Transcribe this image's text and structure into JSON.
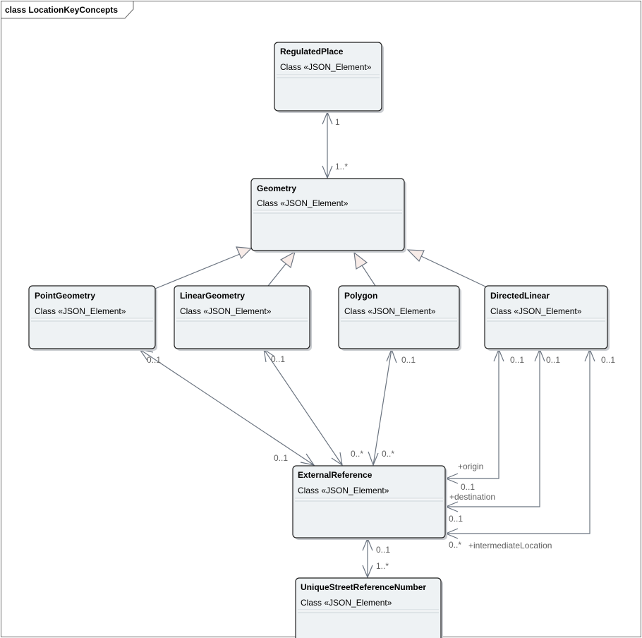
{
  "frame": {
    "title": "class LocationKeyConcepts"
  },
  "classes": [
    {
      "id": "regulated-place",
      "name": "RegulatedPlace",
      "stereotype": "Class «JSON_Element»"
    },
    {
      "id": "geometry",
      "name": "Geometry",
      "stereotype": "Class «JSON_Element»"
    },
    {
      "id": "point-geometry",
      "name": "PointGeometry",
      "stereotype": "Class «JSON_Element»"
    },
    {
      "id": "linear-geometry",
      "name": "LinearGeometry",
      "stereotype": "Class «JSON_Element»"
    },
    {
      "id": "polygon",
      "name": "Polygon",
      "stereotype": "Class «JSON_Element»"
    },
    {
      "id": "directed-linear",
      "name": "DirectedLinear",
      "stereotype": "Class «JSON_Element»"
    },
    {
      "id": "external-reference",
      "name": "ExternalReference",
      "stereotype": "Class «JSON_Element»"
    },
    {
      "id": "unique-street-reference-number",
      "name": "UniqueStreetReferenceNumber",
      "stereotype": "Class «JSON_Element»"
    }
  ],
  "relationships": [
    {
      "id": "regulatedplace-geometry",
      "type": "association",
      "from": "geometry",
      "to": "regulated-place",
      "source_multiplicity": "1..*",
      "target_multiplicity": "1"
    },
    {
      "id": "point-gen",
      "type": "generalization",
      "from": "point-geometry",
      "to": "geometry"
    },
    {
      "id": "linear-gen",
      "type": "generalization",
      "from": "linear-geometry",
      "to": "geometry"
    },
    {
      "id": "polygon-gen",
      "type": "generalization",
      "from": "polygon",
      "to": "geometry"
    },
    {
      "id": "directed-gen",
      "type": "generalization",
      "from": "directed-linear",
      "to": "geometry"
    },
    {
      "id": "point-extref",
      "type": "association",
      "from": "point-geometry",
      "to": "external-reference",
      "source_multiplicity": "0..1",
      "target_multiplicity": "0..1"
    },
    {
      "id": "linear-extref",
      "type": "association",
      "from": "linear-geometry",
      "to": "external-reference",
      "source_multiplicity": "0..1"
    },
    {
      "id": "polygon-extref",
      "type": "association",
      "from": "polygon",
      "to": "external-reference",
      "source_multiplicity": "0..1",
      "target_multiplicity": "0..*"
    },
    {
      "id": "linear-extref-target",
      "type": "association",
      "from": "linear-geometry",
      "to": "external-reference",
      "target_multiplicity": "0..*"
    },
    {
      "id": "origin",
      "type": "association",
      "from": "external-reference",
      "to": "directed-linear",
      "role": "+origin",
      "source_multiplicity": "0..1",
      "target_multiplicity": "0..1"
    },
    {
      "id": "destination",
      "type": "association",
      "from": "external-reference",
      "to": "directed-linear",
      "role": "+destination",
      "source_multiplicity": "0..1",
      "target_multiplicity": "0..1"
    },
    {
      "id": "intermediate",
      "type": "association",
      "from": "external-reference",
      "to": "directed-linear",
      "role": "+intermediateLocation",
      "source_multiplicity": "0..*",
      "target_multiplicity": "0..1"
    },
    {
      "id": "extref-usrn",
      "type": "association",
      "from": "unique-street-reference-number",
      "to": "external-reference",
      "source_multiplicity": "1..*",
      "target_multiplicity": "0..1"
    }
  ]
}
